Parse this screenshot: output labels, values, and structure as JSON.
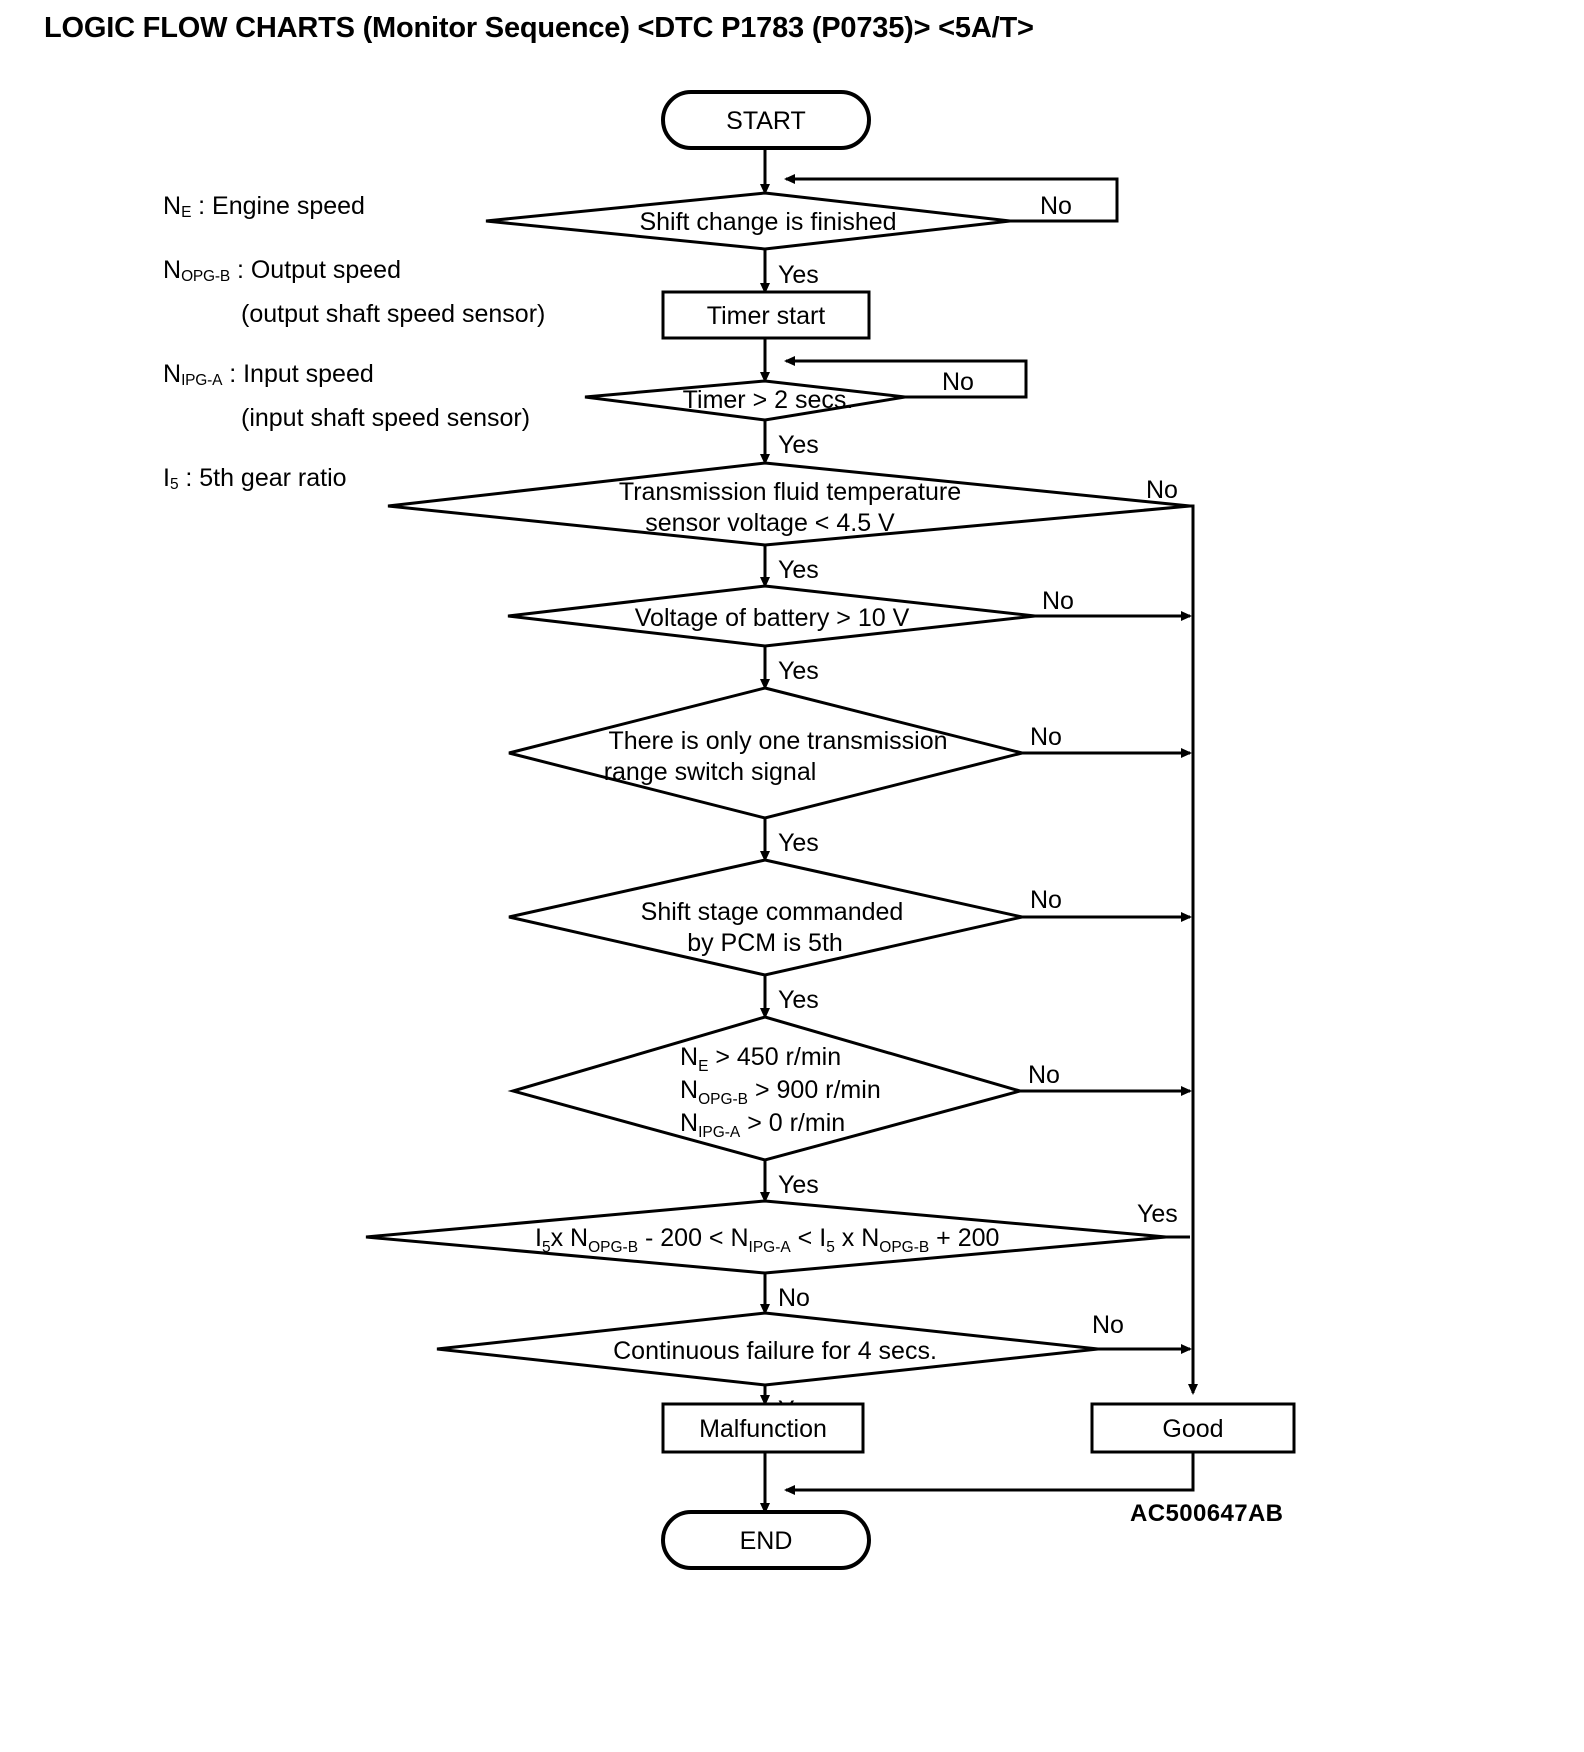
{
  "page": {
    "title": "LOGIC FLOW CHARTS (Monitor Sequence) <DTC P1783 (P0735)> <5A/T>",
    "diagram_code": "AC500647AB"
  },
  "legend": [
    {
      "sym": "N",
      "sub": "E",
      "sep": " : ",
      "text": "Engine speed",
      "note": ""
    },
    {
      "sym": "N",
      "sub": "OPG-B",
      "sep": " : ",
      "text": "Output speed",
      "note": "(output shaft speed sensor)"
    },
    {
      "sym": "N",
      "sub": "IPG-A",
      "sep": " : ",
      "text": "Input speed",
      "note": "(input shaft speed sensor)"
    },
    {
      "sym": "I",
      "sub": "5",
      "sep": " : ",
      "text": "5th gear ratio",
      "note": ""
    }
  ],
  "flow": {
    "start": "START",
    "end": "END",
    "nodes": {
      "shift_change": "Shift change is finished",
      "timer_start": "Timer start",
      "timer_2s": "Timer > 2 secs.",
      "fluid_temp_l1": "Transmission fluid temperature",
      "fluid_temp_l2": "sensor voltage < 4.5 V",
      "battery": "Voltage of battery > 10 V",
      "range_switch_l1": "There is only one transmission",
      "range_switch_l2": "range switch signal",
      "shift_stage_l1": "Shift stage commanded",
      "shift_stage_l2": "by PCM is 5th",
      "speed_l1": {
        "sym": "N",
        "sub": "E",
        "rest": " > 450 r/min"
      },
      "speed_l2": {
        "sym": "N",
        "sub": "OPG-B",
        "rest": " > 900 r/min"
      },
      "speed_l3": {
        "sym": "N",
        "sub": "IPG-A",
        "rest": " > 0 r/min"
      },
      "ratio_formula": [
        {
          "sym": "I",
          "sub": "5"
        },
        {
          "sym": "",
          "sub": "",
          "rest": "x "
        },
        {
          "sym": "N",
          "sub": "OPG-B"
        },
        {
          "sym": "",
          "sub": "",
          "rest": " - 200 < "
        },
        {
          "sym": "N",
          "sub": "IPG-A"
        },
        {
          "sym": "",
          "sub": "",
          "rest": " < "
        },
        {
          "sym": "I",
          "sub": "5"
        },
        {
          "sym": "",
          "sub": "",
          "rest": " x "
        },
        {
          "sym": "N",
          "sub": "OPG-B"
        },
        {
          "sym": "",
          "sub": "",
          "rest": " + 200"
        }
      ],
      "continuous_failure": "Continuous failure for 4 secs.",
      "malfunction": "Malfunction",
      "good": "Good"
    },
    "branch_labels": {
      "yes": "Yes",
      "no": "No"
    }
  }
}
